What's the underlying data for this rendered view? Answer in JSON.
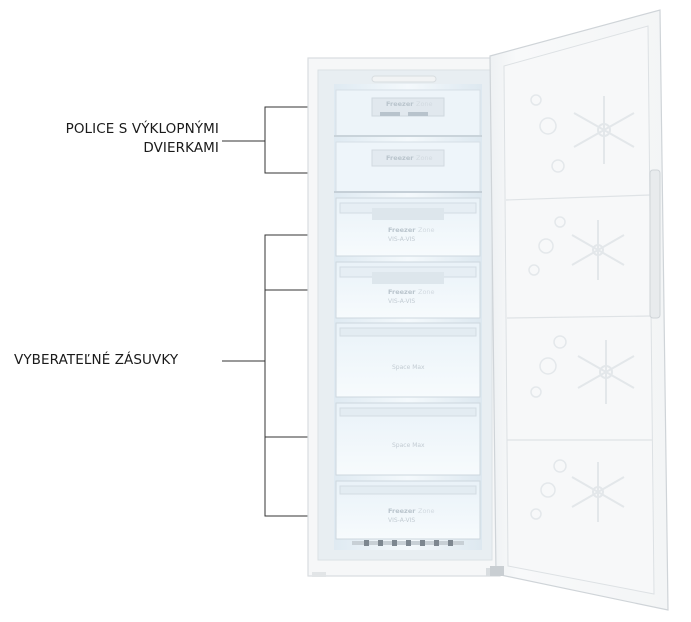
{
  "callouts": {
    "shelves_line1": "POLICE S VÝKLOPNÝMI",
    "shelves_line2": "DVIERKAMI",
    "drawers": "VYBERATEĽNÉ ZÁSUVKY"
  },
  "drawer_text": {
    "brand": "Freezer",
    "brand_suffix": "Zone",
    "zone": "Space Max",
    "small": "VIS-A-VIS"
  },
  "colors": {
    "cabinet": "#f6f7f8",
    "interior": "#e6f1f8",
    "drawer_front": "#f2f7fa",
    "leader_line": "#333333"
  }
}
